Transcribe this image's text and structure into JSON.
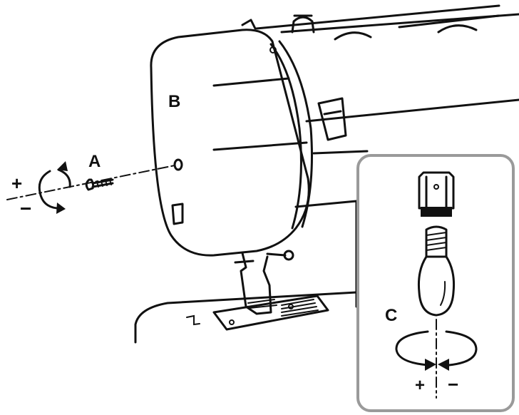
{
  "labels": {
    "screw": "A",
    "cover": "B",
    "bulb": "C"
  },
  "rotation_left": {
    "plus": "+",
    "minus": "−"
  },
  "rotation_bulb": {
    "plus": "+",
    "minus": "−"
  },
  "colors": {
    "ink": "#111111",
    "paper": "#ffffff",
    "inset_border": "#9a9a9a"
  }
}
